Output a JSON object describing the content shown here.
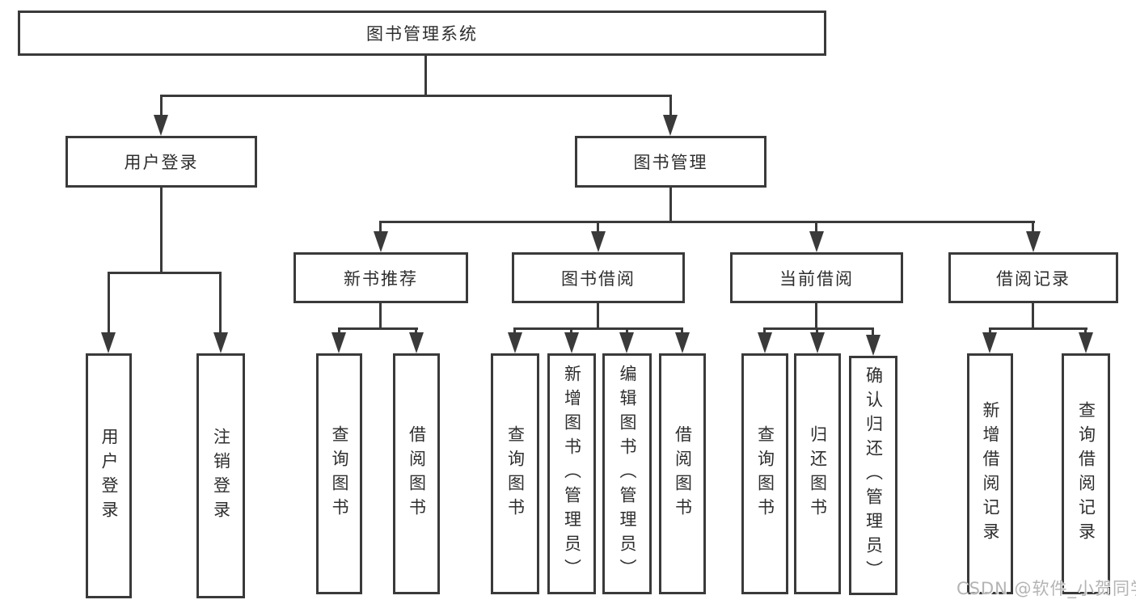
{
  "diagram_title": "图书管理系统",
  "tree": {
    "root": {
      "label": "图书管理系统",
      "children": [
        {
          "label": "用户登录",
          "children": [
            {
              "label": "用户登录"
            },
            {
              "label": "注销登录"
            }
          ]
        },
        {
          "label": "图书管理",
          "children": [
            {
              "label": "新书推荐",
              "children": [
                {
                  "label": "查询图书"
                },
                {
                  "label": "借阅图书"
                }
              ]
            },
            {
              "label": "图书借阅",
              "children": [
                {
                  "label": "查询图书"
                },
                {
                  "label": "新增图书（管理员）"
                },
                {
                  "label": "编辑图书（管理员）"
                },
                {
                  "label": "借阅图书"
                }
              ]
            },
            {
              "label": "当前借阅",
              "children": [
                {
                  "label": "查询图书"
                },
                {
                  "label": "归还图书"
                },
                {
                  "label": "确认归还（管理员）"
                }
              ]
            },
            {
              "label": "借阅记录",
              "children": [
                {
                  "label": "新增借阅记录"
                },
                {
                  "label": "查询借阅记录"
                }
              ]
            }
          ]
        }
      ]
    }
  },
  "watermark": {
    "text": "CSDN @软件_小贺同学"
  },
  "colors": {
    "line": "#3a3a3a",
    "box_border": "#3a3a3a",
    "text": "#2e2e2e",
    "background": "#ffffff",
    "watermark": "#b4b4b4"
  }
}
